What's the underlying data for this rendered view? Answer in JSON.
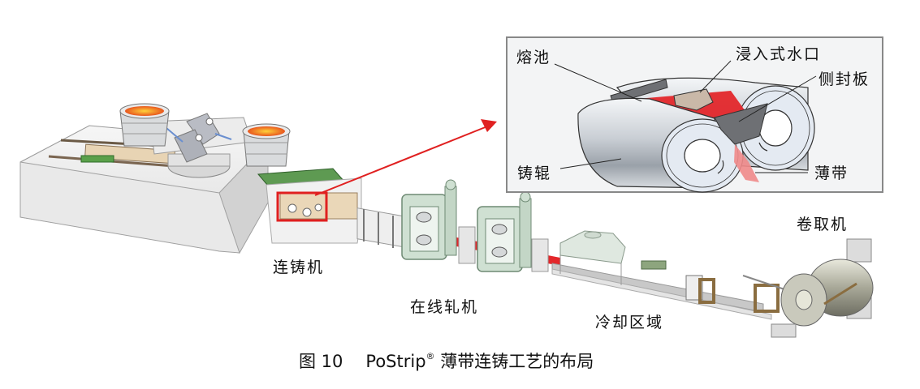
{
  "figure": {
    "caption": {
      "figure_label": "图 10",
      "product": "PoStrip",
      "registered_mark": "®",
      "title": "薄带连铸工艺的布局"
    },
    "process_labels": {
      "caster": "连铸机",
      "rolling_mill": "在线轧机",
      "cooling": "冷却区域",
      "coiler": "卷取机"
    },
    "inset_labels": {
      "melt_pool": "熔池",
      "submerged_nozzle": "浸入式水口",
      "side_dam": "侧封板",
      "casting_roll": "铸辊",
      "thin_strip": "薄带"
    },
    "colors": {
      "strip_red": "#e3272b",
      "highlight_red": "#e02020",
      "machine_green": "#cfe0d2",
      "inset_border": "#888888"
    }
  }
}
